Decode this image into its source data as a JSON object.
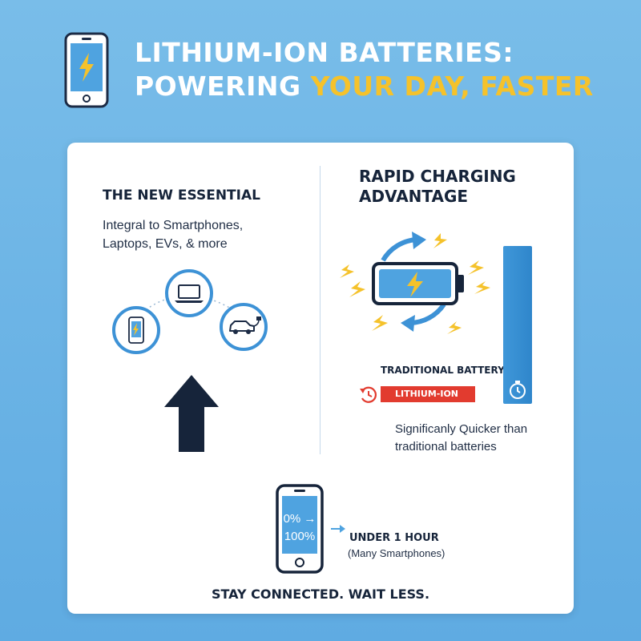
{
  "header": {
    "title_line1": "LITHIUM-ION BATTERIES:",
    "title_line2_white": "POWERING ",
    "title_line2_highlight": "YOUR DAY, FASTER",
    "highlight_color": "#f5c22b",
    "icon": "phone-charging-icon"
  },
  "left": {
    "heading": "THE NEW ESSENTIAL",
    "body_line1": "Integral to Smartphones,",
    "body_line2": "Laptops, EVs, & more",
    "icons": [
      "smartphone-icon",
      "laptop-icon",
      "electric-car-icon",
      "up-arrow-icon"
    ]
  },
  "right": {
    "heading_line1": "RAPID CHARGING",
    "heading_line2": "ADVANTAGE",
    "traditional_label": "TRADITIONAL BATTERY",
    "lithium_label": "LITHIUM-ION",
    "caption_line1": "Significanly Quicker than",
    "caption_line2": "traditional batteries",
    "colors": {
      "lithium": "#e23b2f",
      "traditional": "#3a92d6",
      "bolt": "#f5c22b"
    }
  },
  "bottom": {
    "phone_line1": "0% →",
    "phone_line2": "100%",
    "time_label": "UNDER 1 HOUR",
    "time_note": "(Many Smartphones)"
  },
  "footer": {
    "tagline": "STAY CONNECTED. WAIT LESS."
  }
}
